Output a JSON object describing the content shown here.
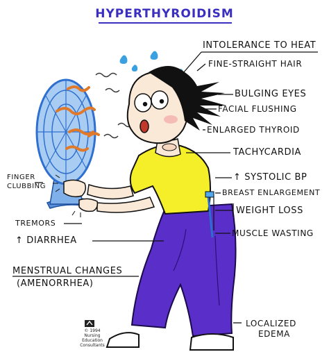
{
  "title": "HYPERTHYROIDISM",
  "labels": {
    "heat": "INTOLERANCE TO HEAT",
    "hair": "FINE-STRAIGHT HAIR",
    "eyes": "BULGING EYES",
    "flushing": "FACIAL FLUSHING",
    "thyroid": "ENLARGED THYROID",
    "tachy": "TACHYCARDIA",
    "systolic": "↑ SYSTOLIC BP",
    "breast": "BREAST ENLARGEMENT",
    "weight": "WEIGHT LOSS",
    "muscle": "MUSCLE WASTING",
    "finger1": "FINGER",
    "finger2": "CLUBBING",
    "tremors": "TREMORS",
    "diarrhea": "↑ DIARRHEA",
    "menstrual1": "MENSTRUAL CHANGES",
    "menstrual2": "(AMENORRHEA)",
    "edema1": "LOCALIZED",
    "edema2": "EDEMA"
  },
  "copyright": {
    "year": "© 1994",
    "line1": "Nursing",
    "line2": "Education",
    "line3": "Consultants"
  },
  "colors": {
    "title": "#3a2fc0",
    "shirt": "#f5ef2a",
    "pants": "#5a2ec8",
    "fan_blade": "#a9cdf2",
    "fan_frame": "#2f6fd0",
    "ribbons": "#e07a2a",
    "sweat": "#3aa0e0",
    "skin": "#fbe9d8",
    "hair": "#111111"
  }
}
